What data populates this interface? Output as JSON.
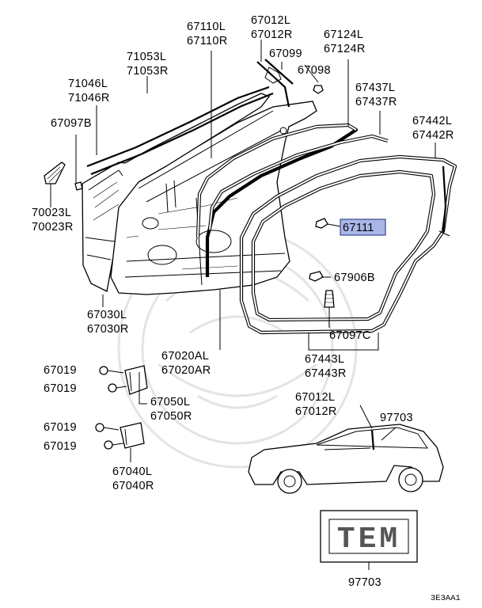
{
  "labels": {
    "p71046": [
      "71046L",
      "71046R"
    ],
    "p71053": [
      "71053L",
      "71053R"
    ],
    "p67110": [
      "67110L",
      "67110R"
    ],
    "p67012_top": [
      "67012L",
      "67012R"
    ],
    "p67099": "67099",
    "p67098": "67098",
    "p67124": [
      "67124L",
      "67124R"
    ],
    "p67437": [
      "67437L",
      "67437R"
    ],
    "p67442": [
      "67442L",
      "67442R"
    ],
    "p67097B": "67097B",
    "p70023": [
      "70023L",
      "70023R"
    ],
    "p67111": "67111",
    "p67906B": "67906B",
    "p67030": [
      "67030L",
      "67030R"
    ],
    "p67097C": "67097C",
    "p67020": [
      "67020AL",
      "67020AR"
    ],
    "p67443": [
      "67443L",
      "67443R"
    ],
    "p67019_a": "67019",
    "p67019_b": "67019",
    "p67050": [
      "67050L",
      "67050R"
    ],
    "p67012_bot": [
      "67012L",
      "67012R"
    ],
    "p97703_top": "97703",
    "p67019_c": "67019",
    "p67019_d": "67019",
    "p67040": [
      "67040L",
      "67040R"
    ],
    "p97703_bot": "97703",
    "diagram_code": "3E3AA1"
  },
  "plate_text": "TEM",
  "highlight_color": "#aab6e8"
}
